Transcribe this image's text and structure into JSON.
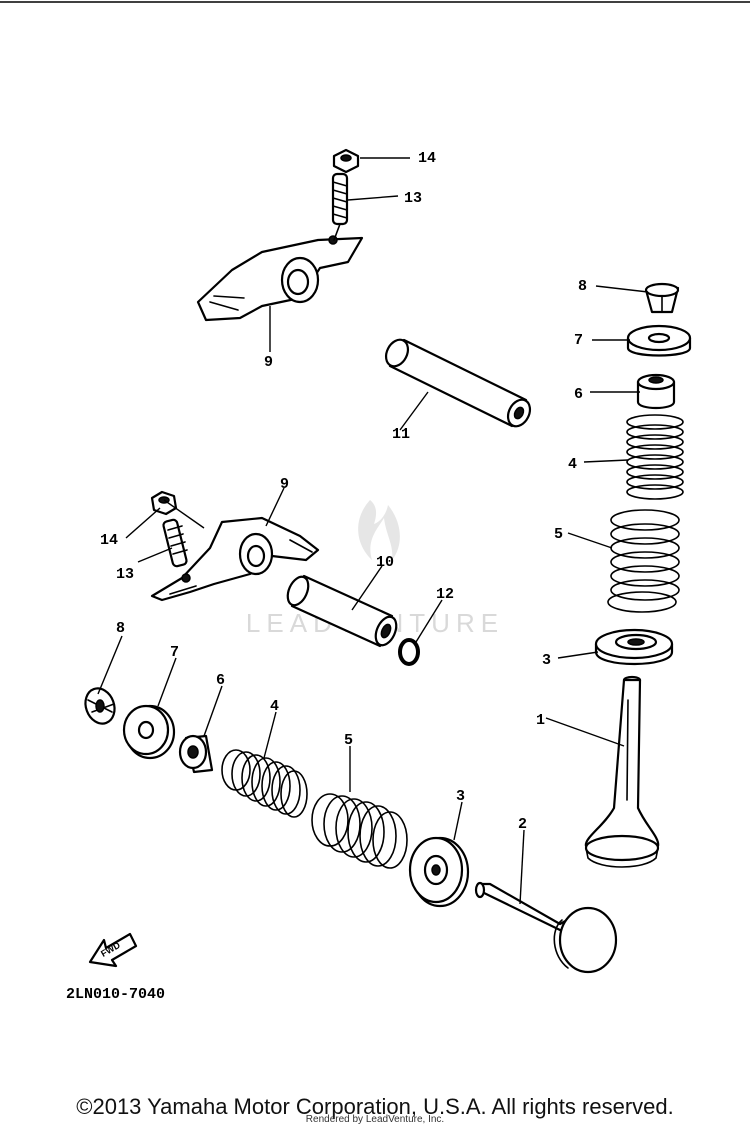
{
  "diagram": {
    "part_code": "2LN010-7040",
    "fwd_label": "FWD",
    "watermark": "LEADVENTURE",
    "callouts": [
      {
        "id": "c14a",
        "label": "14"
      },
      {
        "id": "c13a",
        "label": "13"
      },
      {
        "id": "c9a",
        "label": "9"
      },
      {
        "id": "c11",
        "label": "11"
      },
      {
        "id": "c8a",
        "label": "8"
      },
      {
        "id": "c7a",
        "label": "7"
      },
      {
        "id": "c6a",
        "label": "6"
      },
      {
        "id": "c4a",
        "label": "4"
      },
      {
        "id": "c5a",
        "label": "5"
      },
      {
        "id": "c3a",
        "label": "3"
      },
      {
        "id": "c1",
        "label": "1"
      },
      {
        "id": "c9b",
        "label": "9"
      },
      {
        "id": "c14b",
        "label": "14"
      },
      {
        "id": "c13b",
        "label": "13"
      },
      {
        "id": "c10",
        "label": "10"
      },
      {
        "id": "c12",
        "label": "12"
      },
      {
        "id": "c8b",
        "label": "8"
      },
      {
        "id": "c7b",
        "label": "7"
      },
      {
        "id": "c6b",
        "label": "6"
      },
      {
        "id": "c4b",
        "label": "4"
      },
      {
        "id": "c5b",
        "label": "5"
      },
      {
        "id": "c3b",
        "label": "3"
      },
      {
        "id": "c2",
        "label": "2"
      }
    ]
  },
  "footer": {
    "copyright": "©2013 Yamaha Motor Corporation, U.S.A. All rights reserved.",
    "rendered_by": "Rendered by LeadVenture, Inc."
  }
}
